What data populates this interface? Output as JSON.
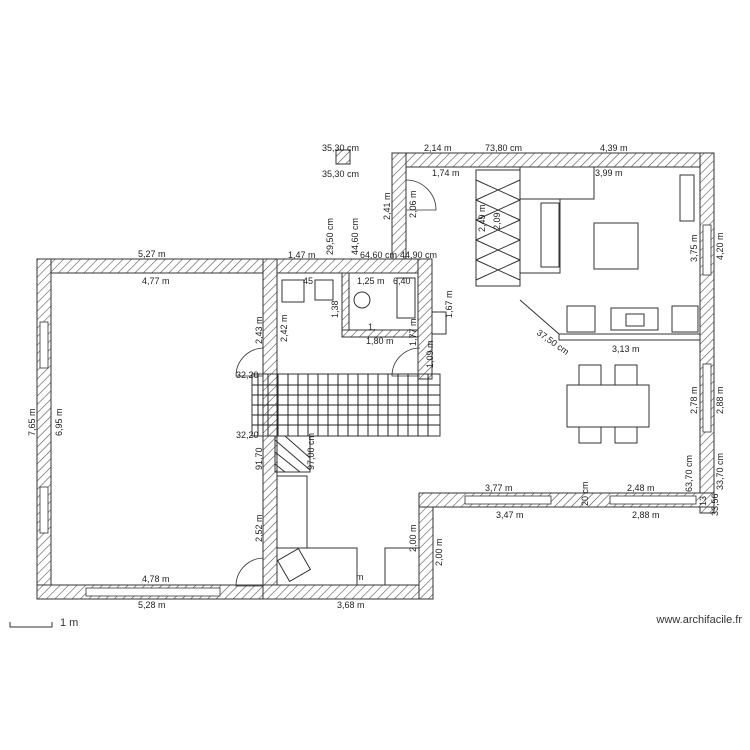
{
  "credit": "www.archifacile.fr",
  "scale_label": "1 m",
  "labels": {
    "l_527": "5,27 m",
    "l_477": "4,77 m",
    "l_765": "7,65 m",
    "l_695": "6,95 m",
    "l_478": "4,78 m",
    "l_528": "5,28 m",
    "l_147": "1,47 m",
    "l_125": "1,25 m",
    "l_180": "1,80 m",
    "l_138": "1,38",
    "l_167": "1,67 m",
    "l_177": "1,77 m",
    "l_109": "1,09 m",
    "l_243": "2,43 m",
    "l_242": "2,42 m",
    "l_252": "2,52 m",
    "l_368": "3,68 m",
    "l_200a": "2,00 m",
    "l_200b": "2,00 m",
    "l_377": "3,77 m",
    "l_347": "3,47 m",
    "l_248": "2,48 m",
    "l_288a": "2,88 m",
    "l_288b": "2,88 m",
    "l_278": "2,78 m",
    "l_313": "3,13 m",
    "l_375": "3,75 m",
    "l_420": "4,20 m",
    "l_399": "3,99 m",
    "l_439": "4,39 m",
    "l_214": "2,14 m",
    "l_7380": "73,80 cm",
    "l_174": "1,74 m",
    "l_241": "2,41 m",
    "l_206": "2,06 m",
    "l_3530a": "35,30 cm",
    "l_3530b": "35,30 cm",
    "l_4460": "44,60 cm",
    "l_4490": "44,90 cm",
    "l_3750": "37,50 cm",
    "l_3370": "33,70 cm",
    "l_3356": "33,56",
    "l_6370": "63,70 cm",
    "l_9700": "97,00 cm",
    "l_9170": "91,70",
    "l_4460b": "64,60 cm",
    "l_249": "2,49 m",
    "l_209": "2,09",
    "l_640": "6,40",
    "l_45": "45",
    "l_1": "1,",
    "l_m": "m",
    "l_2950": "29,50 cm",
    "l_20cm": "20 cm",
    "l_3220": "32,20",
    "l_1310": "13"
  }
}
